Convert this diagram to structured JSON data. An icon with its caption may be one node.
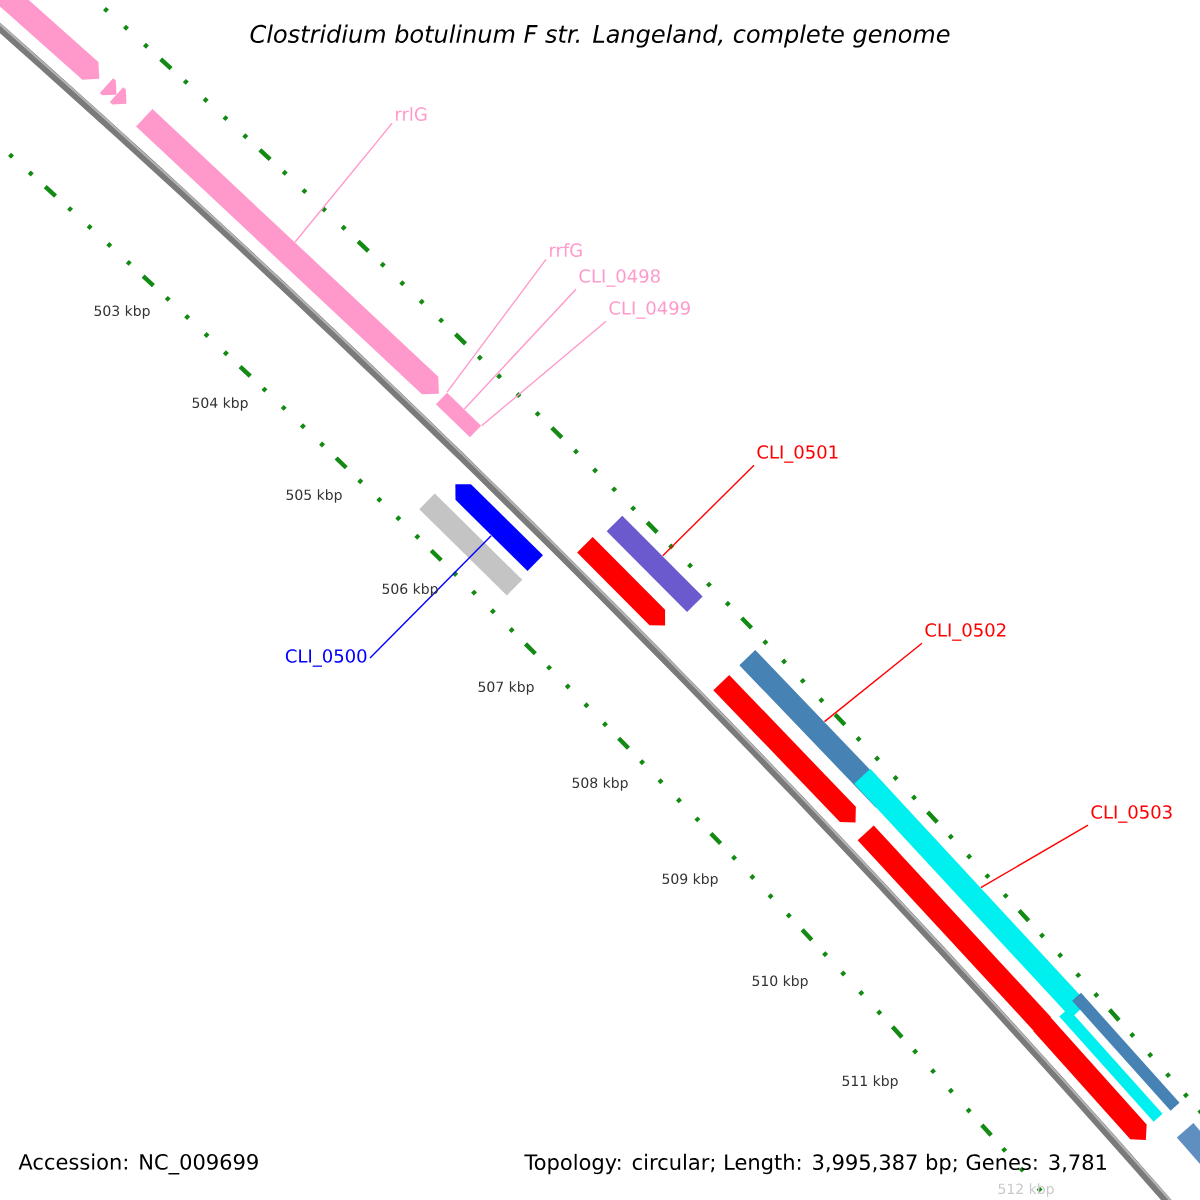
{
  "diagram": {
    "title": "Clostridium botulinum F str. Langeland, complete genome",
    "nodes": [
      {
        "text": [
          "rrlG"
        ]
      },
      {
        "text": [],
        "shape": "arrow"
      },
      {
        "text": [
          "rrfG"
        ]
      },
      {
        "text": [
          "CLI_0498"
        ]
      },
      {
        "text": [
          "CLI_0499"
        ]
      },
      {
        "text": [],
        "shape": "bar"
      },
      {
        "text": [
          "CLI_0500"
        ]
      },
      {
        "text": [],
        "shape": "arrow"
      },
      {
        "text": [
          "CLI_0501"
        ]
      },
      {
        "text": [],
        "shape": "bar"
      },
      {
        "text": [
          "CLI_0502"
        ]
      },
      {
        "text": [],
        "shape": "bar"
      },
      {
        "text": [
          "CLI_0503"
        ]
      },
      {
        "text": [],
        "shape": "bar"
      },
      {
        "text": [],
        "shape": "arrow"
      },
      {
        "text": [],
        "shape": "arrow"
      },
      {
        "text": [],
        "shape": "arrow"
      },
      {
        "text": [],
        "shape": "bar"
      },
      {
        "text": [],
        "shape": "arrow"
      },
      {
        "text": [],
        "shape": "arrow"
      },
      {
        "text": [],
        "shape": "arrow"
      },
      {
        "text": [],
        "shape": "arrow"
      },
      {
        "text": [],
        "shape": "bar"
      },
      {
        "text": [],
        "shape": "bar"
      },
      {
        "text": [],
        "shape": "bar"
      }
    ],
    "edges": [
      {
        "from": 0,
        "to": 1,
        "arrow": "none"
      },
      {
        "from": 2,
        "to": 5,
        "arrow": "none"
      },
      {
        "from": 3,
        "to": 5,
        "arrow": "none"
      },
      {
        "from": 4,
        "to": 5,
        "arrow": "none"
      },
      {
        "from": 6,
        "to": 7,
        "arrow": "none",
        "color": "#0000ff"
      },
      {
        "from": 8,
        "to": 9,
        "arrow": "none",
        "color": "#ff0000"
      },
      {
        "from": 10,
        "to": 11,
        "arrow": "none",
        "color": "#ff0000"
      },
      {
        "from": 12,
        "to": 13,
        "arrow": "none",
        "color": "#ff0000"
      }
    ],
    "labels": [
      "503 kbp",
      "504 kbp",
      "505 kbp",
      "506 kbp",
      "507 kbp",
      "508 kbp",
      "509 kbp",
      "510 kbp",
      "511 kbp",
      "512 kbp",
      "Accession: NC_009699",
      "Topology: circular; Length: 3,995,387 bp; Genes: 3,781"
    ]
  }
}
